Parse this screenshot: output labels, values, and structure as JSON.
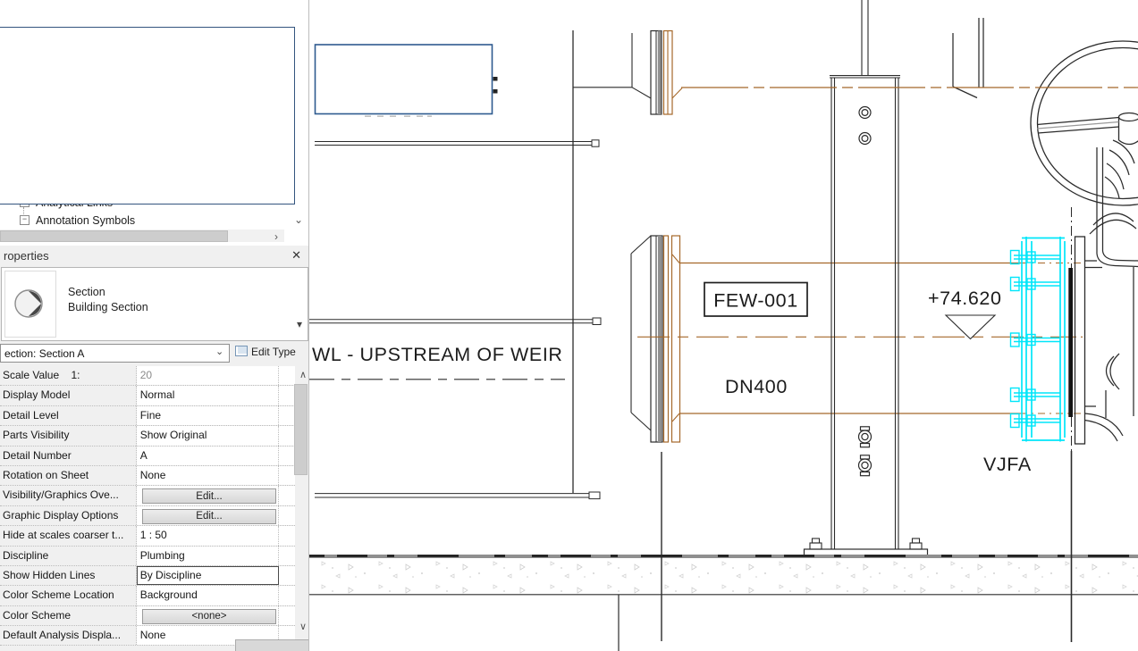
{
  "browser": {
    "items": [
      {
        "label": "Analytical Links"
      },
      {
        "label": "Annotation Symbols"
      }
    ]
  },
  "icons": {
    "close": "✕",
    "caret_down": "▾",
    "chevron_down": "⌄",
    "chevron_right": "›",
    "scroll_up": "∧",
    "scroll_down": "∨",
    "tree_expand": "+",
    "tree_collapse": "−"
  },
  "properties_panel": {
    "title": "roperties",
    "type_selector": {
      "line1": "Section",
      "line2": "Building Section"
    },
    "instance_selector": "ection: Section A",
    "edit_type_label": "Edit Type",
    "rows": [
      {
        "label": "Scale Value    1:",
        "value": "20",
        "kind": "grayed"
      },
      {
        "label": "Display Model",
        "value": "Normal",
        "kind": "text"
      },
      {
        "label": "Detail Level",
        "value": "Fine",
        "kind": "text"
      },
      {
        "label": "Parts Visibility",
        "value": "Show Original",
        "kind": "text"
      },
      {
        "label": "Detail Number",
        "value": "A",
        "kind": "text"
      },
      {
        "label": "Rotation on Sheet",
        "value": "None",
        "kind": "text"
      },
      {
        "label": "Visibility/Graphics Ove...",
        "value": "Edit...",
        "kind": "button"
      },
      {
        "label": "Graphic Display Options",
        "value": "Edit...",
        "kind": "button"
      },
      {
        "label": "Hide at scales coarser t...",
        "value": "1 : 50",
        "kind": "text"
      },
      {
        "label": "Discipline",
        "value": "Plumbing",
        "kind": "text"
      },
      {
        "label": "Show Hidden Lines",
        "value": "By Discipline",
        "kind": "selected"
      },
      {
        "label": "Color Scheme Location",
        "value": "Background",
        "kind": "text"
      },
      {
        "label": "Color Scheme",
        "value": "<none>",
        "kind": "button"
      },
      {
        "label": "Default Analysis Displa...",
        "value": "None",
        "kind": "text"
      }
    ]
  },
  "drawing": {
    "labels": {
      "valve_tag": "FEW-001",
      "pipe_size": "DN400",
      "water_level_note": "WL - UPSTREAM OF WEIR",
      "elevation": "+74.620",
      "joint_tag": "VJFA"
    },
    "colors": {
      "pipe_centerline": "#a5682a",
      "selection_highlight": "#00e6fa",
      "drawing_line": "#2b2b2b"
    }
  }
}
